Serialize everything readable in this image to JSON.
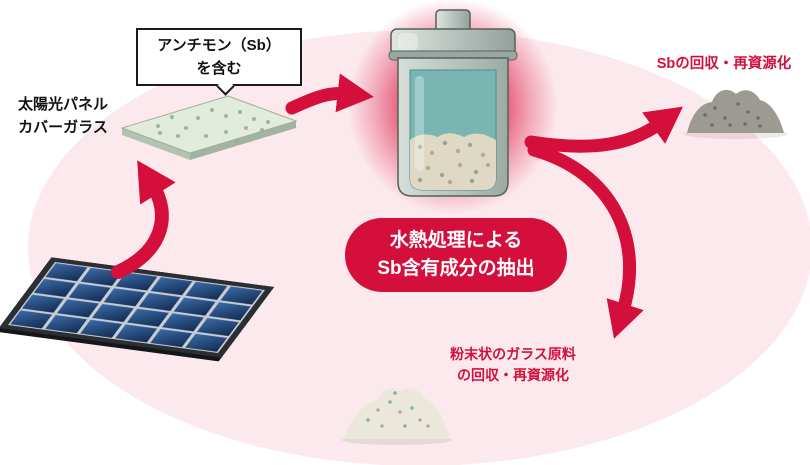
{
  "labels": {
    "callout": {
      "line1": "アンチモン（Sb）",
      "line2": "を含む"
    },
    "cover_glass": {
      "line1": "太陽光パネル",
      "line2": "カバーガラス"
    },
    "process": {
      "line1": "水熱処理による",
      "line2": "Sb含有成分の抽出"
    },
    "sb_recovery": {
      "text": "Sbの回収・再資源化"
    },
    "glass_recovery": {
      "line1": "粉末状のガラス原料",
      "line2": "の回収・再資源化"
    }
  },
  "colors": {
    "accent_red": "#d40f3c",
    "background_pink": "#fce9ed",
    "vessel_liquid_teal": "#79b6b2",
    "vessel_body_gray": "#b9c4bf",
    "glass_plate_green": "#e2ecdd",
    "solar_cell_blue": "#1d3c6f",
    "sb_powder_gray": "#9c9a92",
    "glass_powder_beige": "#ebe7da"
  }
}
